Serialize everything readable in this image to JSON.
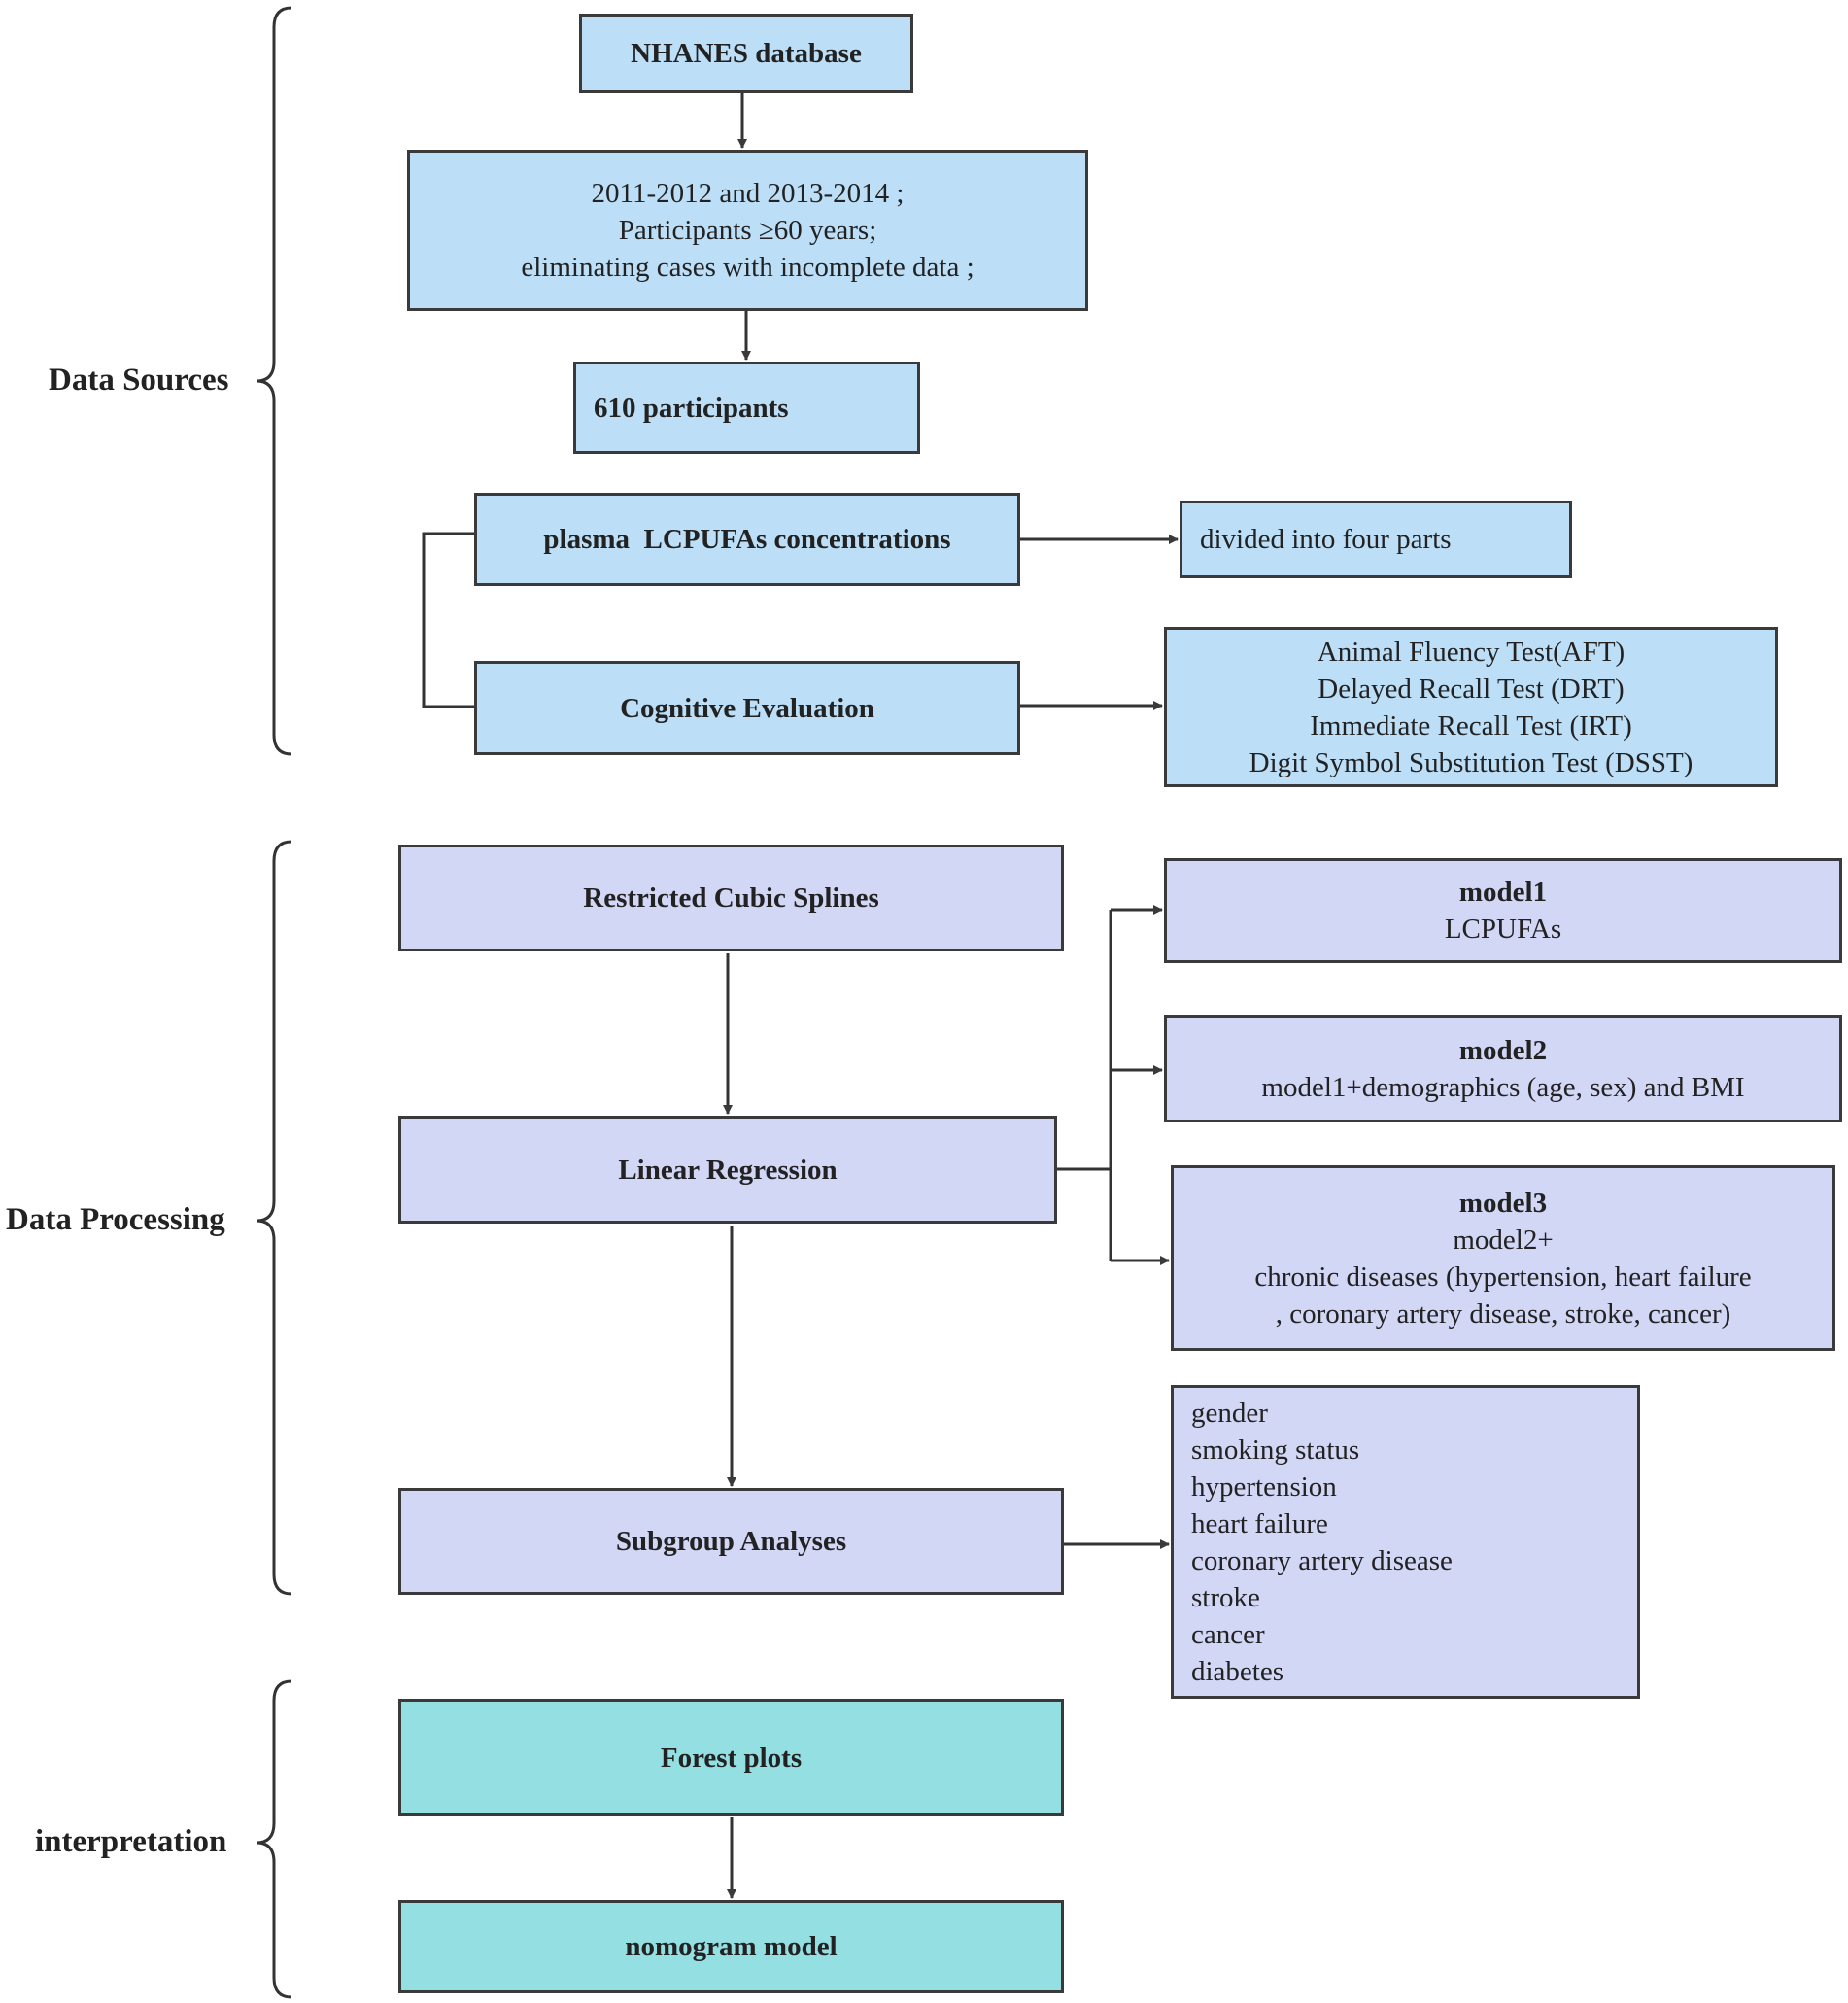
{
  "sections": {
    "sources": "Data Sources",
    "processing": "Data Processing",
    "interpretation": "interpretation"
  },
  "boxes": {
    "nhanes": "NHANES database",
    "criteria": [
      "2011-2012 and 2013-2014 ;",
      "Participants ≥60 years;",
      "eliminating cases with incomplete data ;"
    ],
    "participants": "610 participants",
    "plasma": "plasma  LCPUFAs concentrations",
    "divided": "divided into four parts",
    "cognitive": "Cognitive Evaluation",
    "tests": [
      "Animal Fluency Test(AFT)",
      "Delayed Recall Test (DRT)",
      "Immediate Recall Test (IRT)",
      "Digit Symbol Substitution Test (DSST)"
    ],
    "rcs": "Restricted Cubic Splines",
    "linear": "Linear Regression",
    "subgroup": "Subgroup Analyses",
    "model1": {
      "title": "model1",
      "lines": [
        "LCPUFAs"
      ]
    },
    "model2": {
      "title": "model2",
      "lines": [
        "model1+demographics (age, sex) and BMI"
      ]
    },
    "model3": {
      "title": "model3",
      "lines": [
        "model2+",
        "chronic diseases (hypertension, heart failure",
        ", coronary artery disease, stroke, cancer)"
      ]
    },
    "subgroups": [
      "gender",
      "smoking status",
      "hypertension",
      "heart failure",
      "coronary artery disease",
      "stroke",
      "cancer",
      "diabetes"
    ],
    "forest": "Forest plots",
    "nomogram": "nomogram model"
  },
  "colors": {
    "sources_fill": "#bcdff7",
    "processing_fill": "#d3d7f6",
    "interpretation_fill": "#94dfe1",
    "stroke": "#3a3a3a"
  }
}
